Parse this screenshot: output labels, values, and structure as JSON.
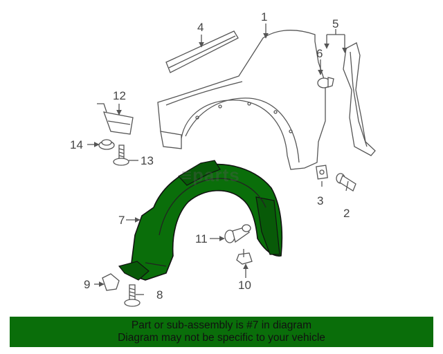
{
  "watermark": "≡parts",
  "callouts": {
    "c1": "1",
    "c2": "2",
    "c3": "3",
    "c4": "4",
    "c5": "5",
    "c6": "6",
    "c7": "7",
    "c8": "8",
    "c9": "9",
    "c10": "10",
    "c11": "11",
    "c12": "12",
    "c13": "13",
    "c14": "14"
  },
  "banner": {
    "line1": "Part or sub-assembly is #7 in diagram",
    "line2": "Diagram may not be specific to your vehicle"
  },
  "colors": {
    "highlight": "#0a6e0a",
    "line": "#555555"
  }
}
